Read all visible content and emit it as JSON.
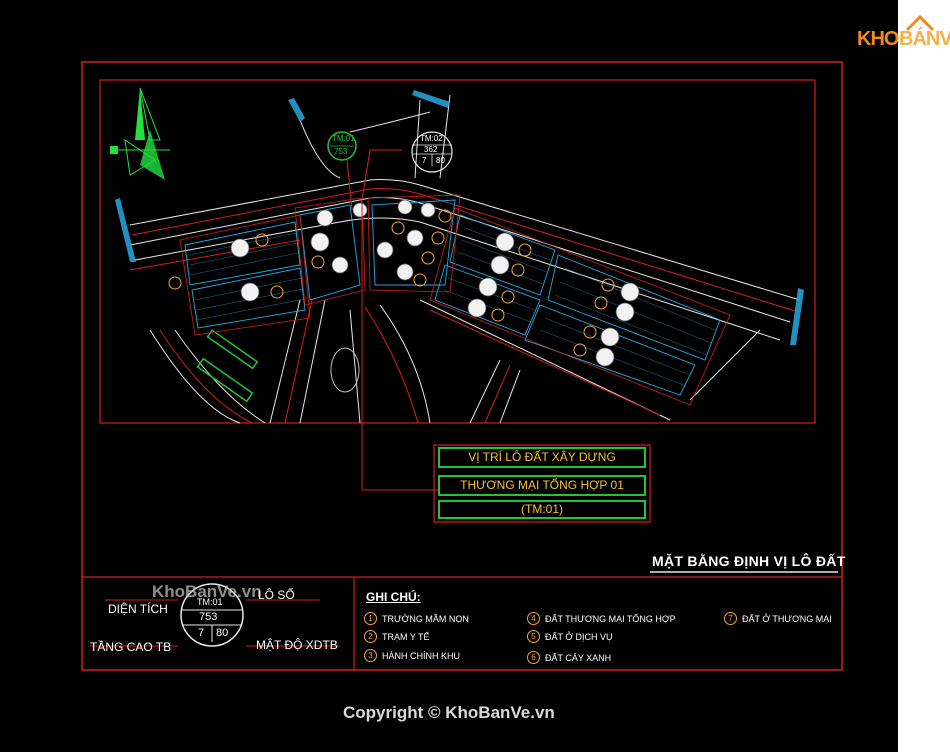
{
  "logo": {
    "part1": "KHO",
    "part2": "BÁNVẼ"
  },
  "plan_title": "MẶT BẰNG ĐỊNH VỊ LÔ ĐẤT",
  "callout": {
    "line1": "VỊ TRÍ LÔ ĐẤT XÂY DỰNG",
    "line2": "THƯƠNG MẠI TỔNG HỢP 01",
    "line3": "(TM:01)"
  },
  "tag_tm01": {
    "code": "TM:01",
    "area": "753"
  },
  "tag_tm02": {
    "code": "TM:02",
    "area": "362",
    "floors": "7",
    "density": "80"
  },
  "key_block": {
    "lo_so": "LÔ SỐ",
    "dien_tich": "DIỆN TÍCH",
    "tang_cao": "TẦNG CAO TB",
    "mat_do": "MẬT ĐỘ XDTB",
    "code": "TM:01",
    "area": "753",
    "floors": "7",
    "density": "80",
    "watermark": "KhoBanVe.vn"
  },
  "legend": {
    "title": "GHI CHÚ:",
    "items": [
      {
        "num": "1",
        "label": "TRƯỜNG MẦM NON"
      },
      {
        "num": "2",
        "label": "TRẠM Y TẾ"
      },
      {
        "num": "3",
        "label": "HÀNH CHÍNH KHU"
      },
      {
        "num": "4",
        "label": "ĐẤT THƯƠNG MẠI TỔNG HỢP"
      },
      {
        "num": "5",
        "label": "ĐẤT Ở DỊCH VỤ"
      },
      {
        "num": "6",
        "label": "ĐẤT CÂY XANH"
      },
      {
        "num": "7",
        "label": "ĐẤT Ở THƯƠNG MẠI"
      }
    ]
  },
  "copyright": "Copyright © KhoBanVe.vn",
  "colors": {
    "frame": "#d11f1f",
    "road": "#e8e8e8",
    "lot": "#29a8e0",
    "callout": "#22c33a",
    "accent": "#f2a33a"
  }
}
